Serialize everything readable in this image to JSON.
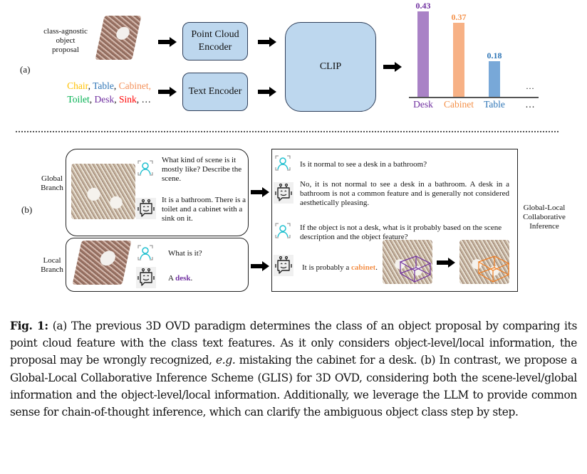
{
  "part_a": {
    "label": "(a)",
    "proposal_label_lines": [
      "class-agnostic",
      "object",
      "proposal"
    ],
    "class_list_line1": [
      {
        "text": "Chair",
        "color": "#ffc000"
      },
      {
        "text": ", ",
        "color": "#111111"
      },
      {
        "text": "Table",
        "color": "#2e75b6"
      },
      {
        "text": ", ",
        "color": "#111111"
      },
      {
        "text": "Cabinet,",
        "color": "#f4915a"
      }
    ],
    "class_list_line2": [
      {
        "text": "Toilet",
        "color": "#00b050"
      },
      {
        "text": ", ",
        "color": "#111111"
      },
      {
        "text": "Desk",
        "color": "#7030a0"
      },
      {
        "text": ", ",
        "color": "#111111"
      },
      {
        "text": "Sink",
        "color": "#ff0000"
      },
      {
        "text": ", …",
        "color": "#111111"
      }
    ],
    "point_cloud_encoder": "Point Cloud Encoder",
    "text_encoder": "Text Encoder",
    "clip": "CLIP"
  },
  "chart_data": {
    "type": "bar",
    "title": "",
    "xlabel": "",
    "ylabel": "",
    "categories": [
      "Desk",
      "Cabinet",
      "Table",
      "…"
    ],
    "values": [
      0.43,
      0.37,
      0.18,
      null
    ],
    "value_labels": [
      "0.43",
      "0.37",
      "0.18",
      "…"
    ],
    "colors": [
      "#a982c6",
      "#f7b185",
      "#78a8d8"
    ],
    "label_colors": [
      "#7030a0",
      "#f4914a",
      "#2e75b6",
      "#111111"
    ],
    "ylim": [
      0,
      0.45
    ],
    "grid": false,
    "legend": "none"
  },
  "part_b": {
    "label": "(b)",
    "global_branch_label": [
      "Global",
      "Branch"
    ],
    "local_branch_label": [
      "Local",
      "Branch"
    ],
    "global_question": "What kind of scene is it mostly like? Describe the scene.",
    "global_answer": "It is a bathroom. There is a toilet and a cabinet with a sink on it.",
    "local_question": "What is it?",
    "local_answer_prefix": "A ",
    "local_answer_class": "desk",
    "local_answer_suffix": ".",
    "collab_q1": "Is it normal to see a desk in a bathroom?",
    "collab_a1": "No, it is not normal to see a desk in a bathroom. A desk in a bathroom is not a common feature and is generally not considered aesthetically pleasing.",
    "collab_q2": "If the object is not a desk, what is it probably based on the scene description and the object feature?",
    "collab_a2_prefix": "It is probably a ",
    "collab_a2_class": "cabinet",
    "collab_a2_suffix": ".",
    "collab_label_lines": [
      "Global-Local",
      "Collaborative",
      "Inference"
    ],
    "desk_color": "#7030a0",
    "cabinet_color": "#f4914a"
  },
  "caption": {
    "fig_label": "Fig. 1:",
    "text_before_eg": " (a) The previous 3D OVD paradigm determines the class of an object proposal by comparing its point cloud feature with the class text features. As it only considers object-level/local information, the proposal may be wrongly recognized, ",
    "eg": "e.g.",
    "text_after_eg": " mistaking the cabinet for a desk. (b) In contrast, we propose a Global-Local Collaborative Inference Scheme (GLIS) for 3D OVD, considering both the scene-level/global information and the object-level/local information. Additionally, we leverage the LLM to provide common sense for chain-of-thought inference, which can clarify the ambiguous object class step by step."
  }
}
